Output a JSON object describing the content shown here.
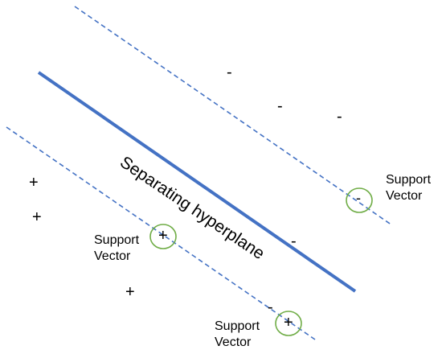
{
  "hyperplane_label": "Separating hyperplane",
  "support_vector_label": {
    "line1": "Support",
    "line2": "Vector"
  },
  "symbols": {
    "plus": "+",
    "minus": "-"
  },
  "colors": {
    "hyperplane": "#4472C4",
    "margin": "#4472C4",
    "support_circle": "#70AD47",
    "text": "#000000"
  }
}
